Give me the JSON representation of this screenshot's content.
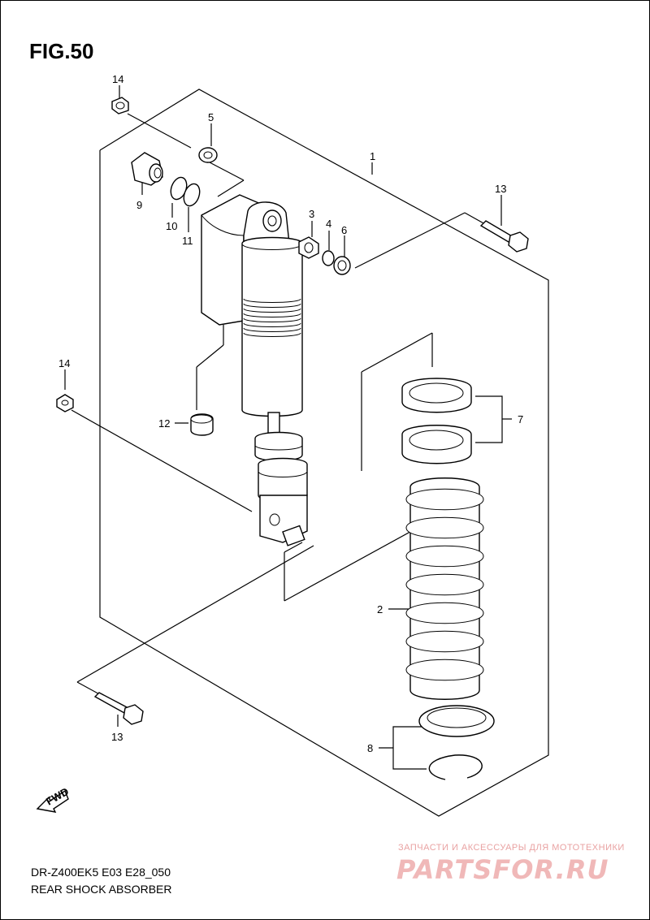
{
  "figure": {
    "title": "FIG.50"
  },
  "footer": {
    "model_code": "DR-Z400EK5 E03 E28_050",
    "section_name": "REAR SHOCK ABSORBER"
  },
  "watermark": {
    "tagline": "ЗАПЧАСТИ И АКСЕССУАРЫ ДЛЯ МОТОТЕХНИКИ",
    "logo_text": "PARTSFOR.RU"
  },
  "fwd_label": "FWD",
  "callouts": {
    "c1": "1",
    "c2": "2",
    "c3": "3",
    "c4": "4",
    "c5": "5",
    "c6": "6",
    "c7": "7",
    "c8": "8",
    "c9": "9",
    "c10": "10",
    "c11": "11",
    "c12": "12",
    "c13a": "13",
    "c13b": "13",
    "c14a": "14",
    "c14b": "14"
  },
  "colors": {
    "line": "#000000",
    "background": "#ffffff",
    "watermark": "#f0b8b8"
  }
}
